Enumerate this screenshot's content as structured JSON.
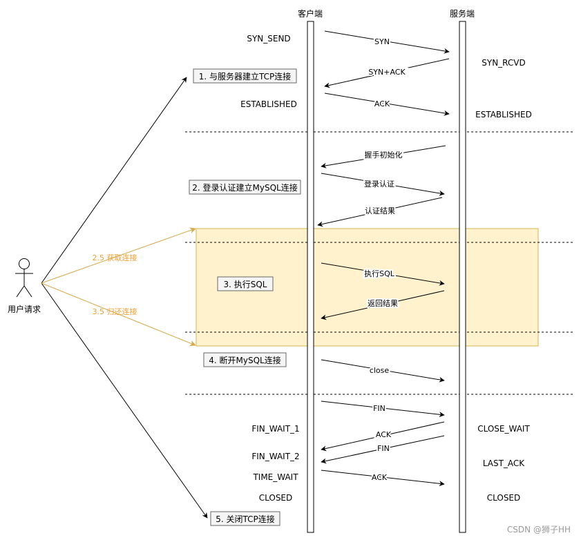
{
  "lanes": {
    "client": "客户端",
    "server": "服务端"
  },
  "actor": {
    "label": "用户请求"
  },
  "phases": {
    "connect": "1. 与服务器建立TCP连接",
    "login": "2. 登录认证建立MySQL连接",
    "execute": "3. 执行SQL",
    "disconnect": "4. 断开MySQL连接",
    "close": "5. 关闭TCP连接"
  },
  "pool": {
    "acquire": "2.5 获取连接",
    "release": "3.5 归还连接"
  },
  "messages": {
    "syn": "SYN",
    "syn_ack": "SYN+ACK",
    "ack1": "ACK",
    "handshake_init": "握手初始化",
    "login_auth": "登录认证",
    "auth_result": "认证结果",
    "exec_sql": "执行SQL",
    "return_result": "返回结果",
    "close": "close",
    "fin1": "FIN",
    "ack2": "ACK",
    "fin2": "FIN",
    "ack3": "ACK"
  },
  "states": {
    "client_syn_send": "SYN_SEND",
    "server_syn_rcvd": "SYN_RCVD",
    "client_established": "ESTABLISHED",
    "server_established": "ESTABLISHED",
    "client_fin_wait_1": "FIN_WAIT_1",
    "server_close_wait": "CLOSE_WAIT",
    "client_fin_wait_2": "FIN_WAIT_2",
    "server_last_ack": "LAST_ACK",
    "client_time_wait": "TIME_WAIT",
    "client_closed": "CLOSED",
    "server_closed": "CLOSED"
  },
  "watermark": "CSDN @狮子HH",
  "colors": {
    "line": "#000000",
    "pool_fill": "#fff2cc",
    "pool_stroke": "#d6b656",
    "pool_arrow": "#d6a94a",
    "pool_text": "#f0a030",
    "watermark": "#9a9a9a"
  }
}
